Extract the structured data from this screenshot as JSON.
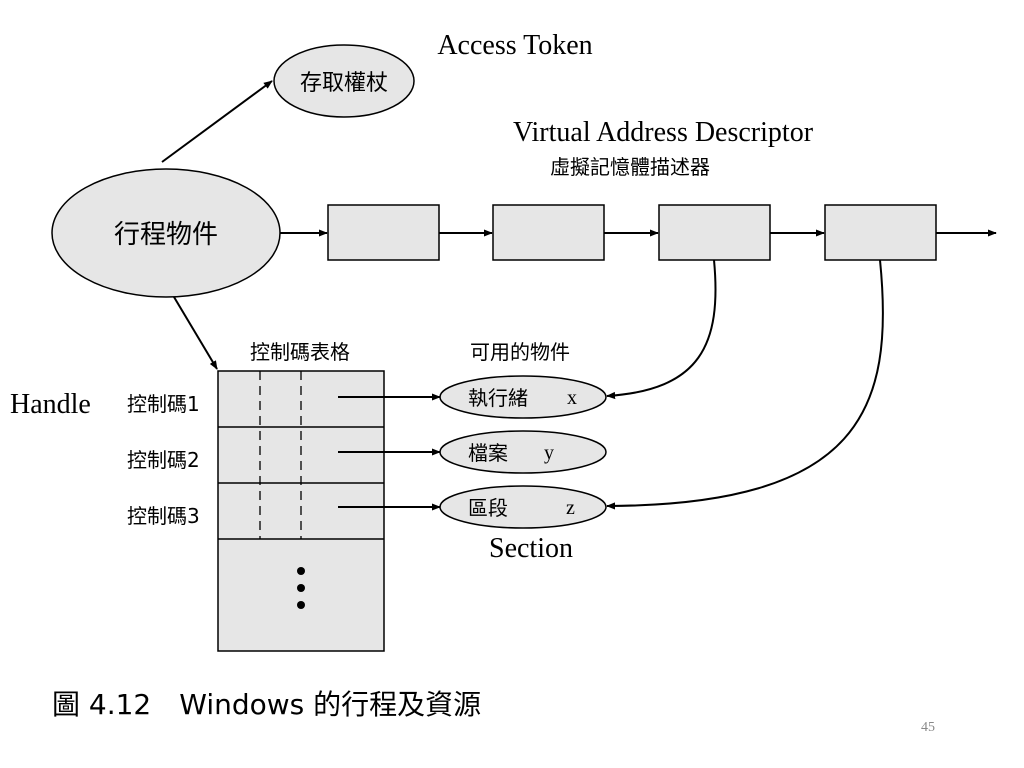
{
  "labels": {
    "access_token_en": "Access Token",
    "access_token_zh": "存取權杖",
    "vad_en": "Virtual Address Descriptor",
    "vad_zh": "虛擬記憶體描述器",
    "process_object": "行程物件",
    "handle_table": "控制碼表格",
    "available_objects": "可用的物件",
    "handle_en": "Handle",
    "section_en": "Section"
  },
  "handles": [
    "控制碼1",
    "控制碼2",
    "控制碼3"
  ],
  "objects": [
    {
      "name": "執行緒",
      "letter": "x"
    },
    {
      "name": "檔案",
      "letter": "y"
    },
    {
      "name": "區段",
      "letter": "z"
    }
  ],
  "caption": "圖 4.12　Windows 的行程及資源",
  "page_number": "45",
  "colors": {
    "fill": "#e6e6e6",
    "stroke": "#000000",
    "background": "#ffffff"
  }
}
